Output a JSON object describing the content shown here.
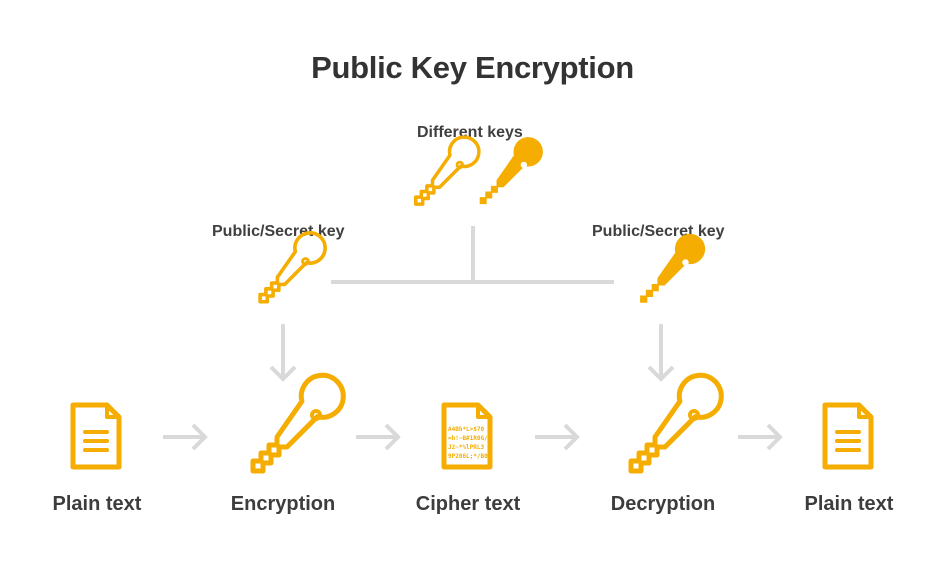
{
  "title": "Public Key Encryption",
  "different_keys_label": "Different keys",
  "left_key_label": "Public/Secret key",
  "right_key_label": "Public/Secret key",
  "nodes": {
    "plain_text_in": "Plain text",
    "encryption": "Encryption",
    "cipher_text": "Cipher text",
    "decryption": "Decryption",
    "plain_text_out": "Plain text"
  },
  "cipher_lines": [
    "A4Bh*L>$70",
    "=h!~B#1R0G/",
    "J2~*%lPRL3",
    "9P206L;*/B0"
  ],
  "colors": {
    "accent": "#f4ad00",
    "connector": "#d9d9d9",
    "text": "#333333"
  },
  "icons": {
    "document": "document-icon",
    "cipher_document": "cipher-document-icon",
    "key_outline": "key-outline-icon",
    "key_filled": "key-filled-icon",
    "arrow": "arrow-icon"
  }
}
